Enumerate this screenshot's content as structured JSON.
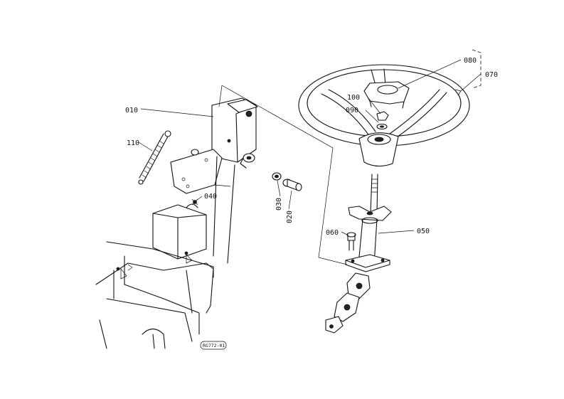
{
  "labels": {
    "p010": "010",
    "p020": "020",
    "p030": "030",
    "p040": "040",
    "p050": "050",
    "p060": "060",
    "p070": "070",
    "p080": "080",
    "p090": "090",
    "p100": "100",
    "p110": "110"
  },
  "drawing_code": "RG772-01",
  "line_color": "#111111",
  "background_color": "#ffffff"
}
